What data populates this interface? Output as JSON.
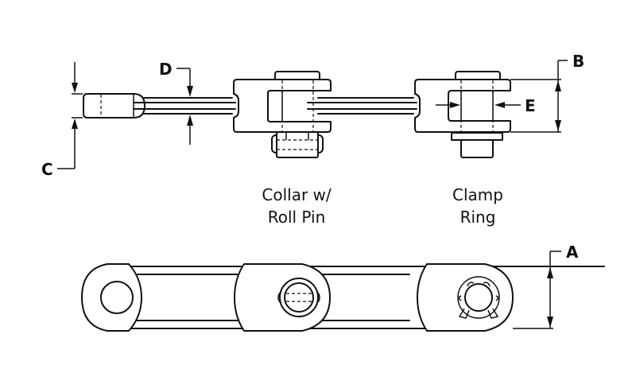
{
  "diagram": {
    "subject": "Roller chain link with two pin retention styles (side view and top view)",
    "dimension_labels": {
      "A": "A",
      "B": "B",
      "C": "C",
      "D": "D",
      "E": "E"
    },
    "captions": {
      "collar": [
        "Collar w/",
        "Roll Pin"
      ],
      "clamp": [
        "Clamp",
        "Ring"
      ]
    },
    "colors": {
      "line": "#111111",
      "background": "#ffffff"
    }
  }
}
